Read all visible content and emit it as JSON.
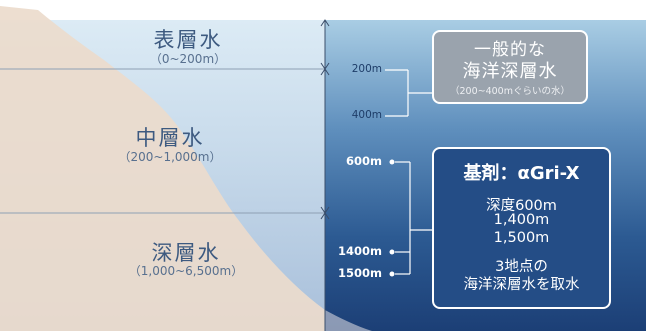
{
  "zones": [
    {
      "name": "表層水",
      "range": "（0~200m）"
    },
    {
      "name": "中層水",
      "range": "（200~1,000m）"
    },
    {
      "name": "深層水",
      "range": "（1,000~6,500m）"
    }
  ],
  "depth_markers": [
    "200m",
    "400m",
    "600m",
    "1400m",
    "1500m"
  ],
  "general_box": {
    "line1": "一般的な",
    "line2": "海洋深層水",
    "note": "（200~400mぐらいの水）"
  },
  "base_box": {
    "title": "基剤：αGri-X",
    "lines": [
      "深度600m",
      "1,400m",
      "1,500m",
      "3地点の",
      "海洋深層水を取水"
    ]
  },
  "colors": {
    "sky": "#ffffff",
    "surface_water": "#d9e9f3",
    "deep_water": "#1a3f78",
    "land": "#ead8c7",
    "general_box_fill": "#9aa3ad",
    "base_box_fill": "#244d86"
  }
}
